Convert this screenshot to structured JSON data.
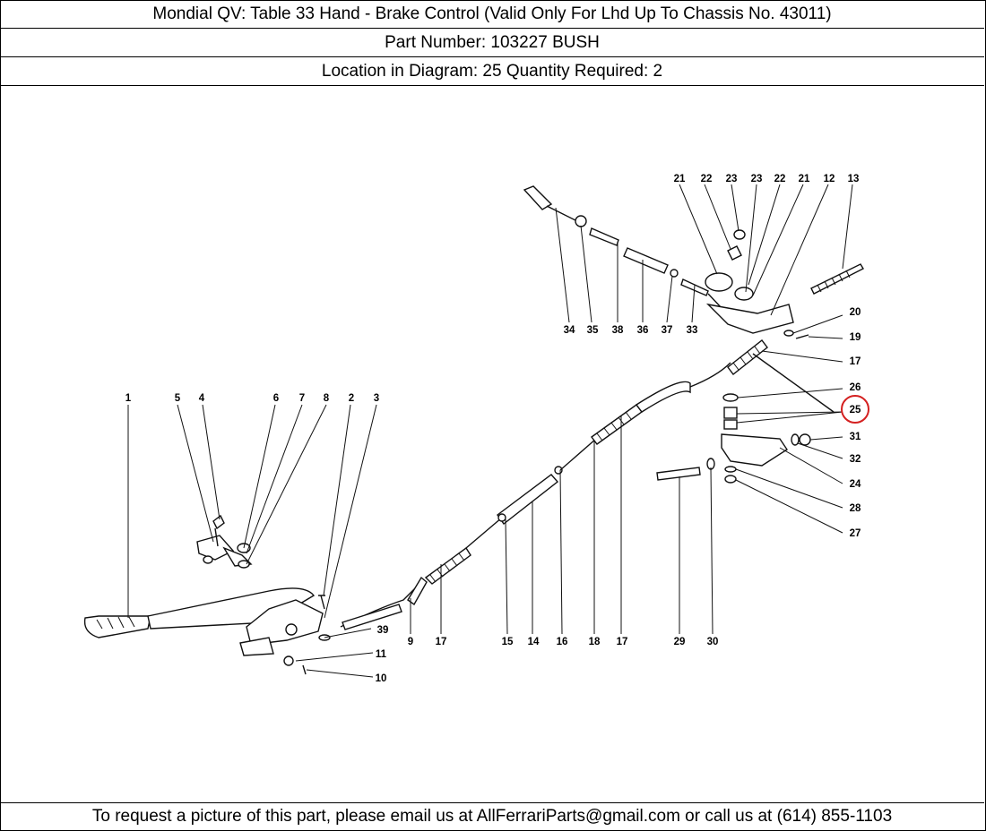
{
  "header": {
    "title": "Mondial QV:   Table 33 Hand - Brake Control (Valid Only For Lhd Up To Chassis No. 43011)",
    "part_number": "Part Number: 103227   BUSH",
    "location": "Location in Diagram: 25   Quantity Required: 2"
  },
  "diagram": {
    "highlight_label": "25",
    "highlight_color": "#d42020",
    "labels": [
      "21",
      "22",
      "23",
      "23",
      "22",
      "21",
      "12",
      "13",
      "34",
      "35",
      "38",
      "36",
      "37",
      "33",
      "20",
      "19",
      "17",
      "26",
      "25",
      "31",
      "32",
      "24",
      "28",
      "27",
      "1",
      "5",
      "4",
      "6",
      "7",
      "8",
      "2",
      "3",
      "39",
      "11",
      "10",
      "9",
      "17",
      "15",
      "14",
      "16",
      "18",
      "17",
      "29",
      "30"
    ]
  },
  "footer": {
    "text": "To request a picture of this part, please email us at AllFerrariParts@gmail.com or call us at (614) 855-1103"
  }
}
